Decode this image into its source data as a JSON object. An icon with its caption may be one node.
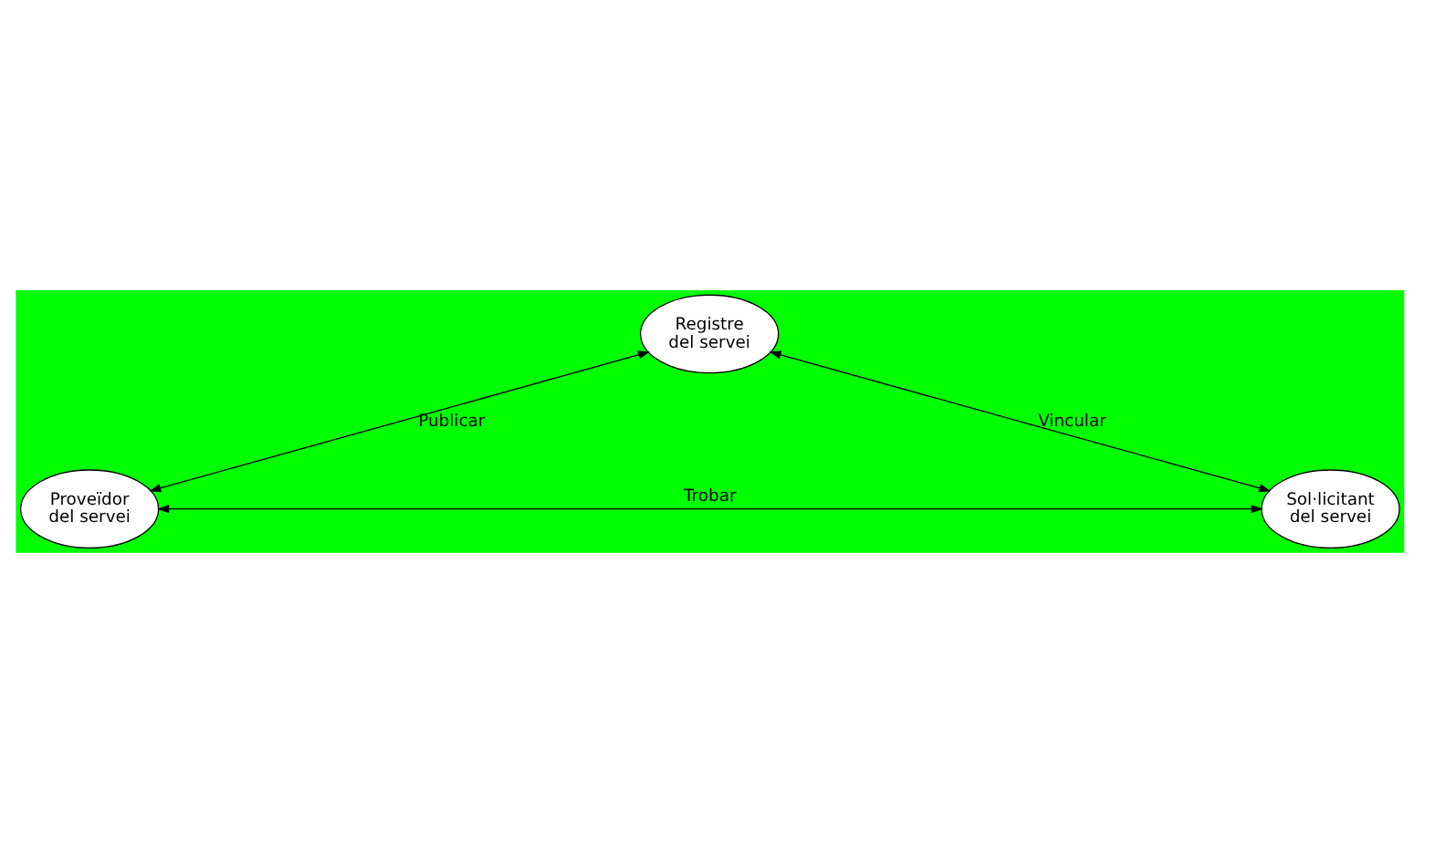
{
  "diagram": {
    "nodes": [
      {
        "text": [
          "Registre del servei"
        ]
      },
      {
        "text": [
          "Proveïdor del servei"
        ]
      },
      {
        "text": [
          "Sol·licitant del servei"
        ]
      }
    ],
    "edges": [
      {
        "from": 1,
        "to": 0,
        "arrow": "both",
        "label": "Publicar"
      },
      {
        "from": 0,
        "to": 2,
        "arrow": "both",
        "label": "Vincular"
      },
      {
        "from": 1,
        "to": 2,
        "arrow": "both",
        "label": "Trobar"
      }
    ]
  }
}
